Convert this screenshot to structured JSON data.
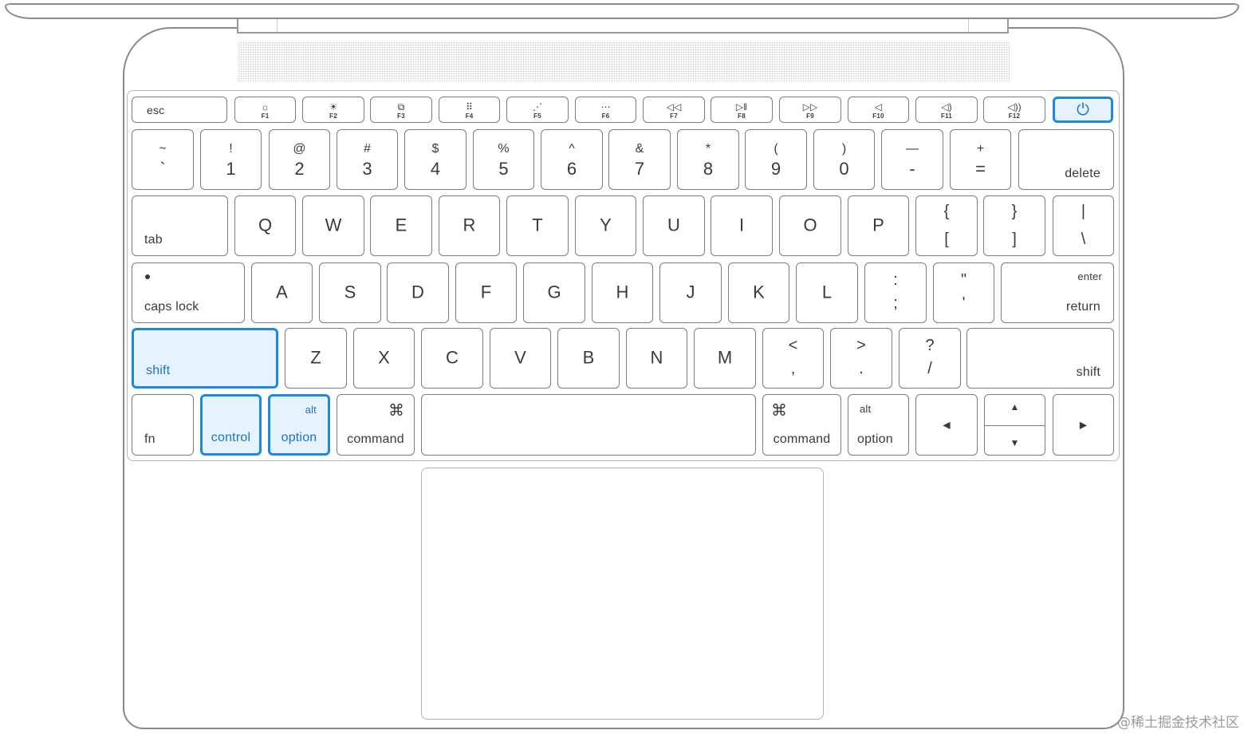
{
  "rows": {
    "function": [
      {
        "id": "esc",
        "word": "esc"
      },
      {
        "id": "f1",
        "icon": "☼",
        "icon_name": "brightness-down-icon",
        "label": "F1"
      },
      {
        "id": "f2",
        "icon": "☀",
        "icon_name": "brightness-up-icon",
        "label": "F2"
      },
      {
        "id": "f3",
        "icon": "⧉",
        "icon_name": "mission-control-icon",
        "label": "F3"
      },
      {
        "id": "f4",
        "icon": "⠿",
        "icon_name": "launchpad-icon",
        "label": "F4"
      },
      {
        "id": "f5",
        "icon": "⋰",
        "icon_name": "keyboard-light-down-icon",
        "label": "F5"
      },
      {
        "id": "f6",
        "icon": "⋯",
        "icon_name": "keyboard-light-up-icon",
        "label": "F6"
      },
      {
        "id": "f7",
        "icon": "◁◁",
        "icon_name": "rewind-icon",
        "label": "F7"
      },
      {
        "id": "f8",
        "icon": "▷‖",
        "icon_name": "play-pause-icon",
        "label": "F8"
      },
      {
        "id": "f9",
        "icon": "▷▷",
        "icon_name": "fast-forward-icon",
        "label": "F9"
      },
      {
        "id": "f10",
        "icon": "◁",
        "icon_name": "mute-icon",
        "label": "F10"
      },
      {
        "id": "f11",
        "icon": "◁)",
        "icon_name": "volume-down-icon",
        "label": "F11"
      },
      {
        "id": "f12",
        "icon": "◁))",
        "icon_name": "volume-up-icon",
        "label": "F12"
      },
      {
        "id": "power",
        "icon": "⏻",
        "icon_name": "power-icon",
        "highlighted": true
      }
    ],
    "number": [
      {
        "top": "~",
        "bottom": "`"
      },
      {
        "top": "!",
        "bottom": "1"
      },
      {
        "top": "@",
        "bottom": "2"
      },
      {
        "top": "#",
        "bottom": "3"
      },
      {
        "top": "$",
        "bottom": "4"
      },
      {
        "top": "%",
        "bottom": "5"
      },
      {
        "top": "^",
        "bottom": "6"
      },
      {
        "top": "&",
        "bottom": "7"
      },
      {
        "top": "*",
        "bottom": "8"
      },
      {
        "top": "(",
        "bottom": "9"
      },
      {
        "top": ")",
        "bottom": "0"
      },
      {
        "top": "—",
        "bottom": "-"
      },
      {
        "top": "+",
        "bottom": "="
      },
      {
        "word": "delete"
      }
    ],
    "qwerty": [
      {
        "word": "tab"
      },
      {
        "letter": "Q"
      },
      {
        "letter": "W"
      },
      {
        "letter": "E"
      },
      {
        "letter": "R"
      },
      {
        "letter": "T"
      },
      {
        "letter": "Y"
      },
      {
        "letter": "U"
      },
      {
        "letter": "I"
      },
      {
        "letter": "O"
      },
      {
        "letter": "P"
      },
      {
        "top": "{",
        "bottom": "["
      },
      {
        "top": "}",
        "bottom": "]"
      },
      {
        "top": "|",
        "bottom": "\\"
      }
    ],
    "home": [
      {
        "word": "caps lock"
      },
      {
        "letter": "A"
      },
      {
        "letter": "S"
      },
      {
        "letter": "D"
      },
      {
        "letter": "F"
      },
      {
        "letter": "G"
      },
      {
        "letter": "H"
      },
      {
        "letter": "J"
      },
      {
        "letter": "K"
      },
      {
        "letter": "L"
      },
      {
        "top": ":",
        "bottom": ";"
      },
      {
        "top": "\"",
        "bottom": "'"
      },
      {
        "small": "enter",
        "word": "return"
      }
    ],
    "shift": [
      {
        "word": "shift",
        "highlighted": true
      },
      {
        "letter": "Z"
      },
      {
        "letter": "X"
      },
      {
        "letter": "C"
      },
      {
        "letter": "V"
      },
      {
        "letter": "B"
      },
      {
        "letter": "N"
      },
      {
        "letter": "M"
      },
      {
        "top": "<",
        "bottom": ","
      },
      {
        "top": ">",
        "bottom": "."
      },
      {
        "top": "?",
        "bottom": "/"
      },
      {
        "word": "shift"
      }
    ],
    "bottom": [
      {
        "word": "fn"
      },
      {
        "word": "control",
        "highlighted": true
      },
      {
        "small": "alt",
        "word": "option",
        "highlighted": true
      },
      {
        "glyph": "⌘",
        "word": "command"
      },
      {
        "space": true
      },
      {
        "glyph": "⌘",
        "word": "command"
      },
      {
        "small": "alt",
        "word": "option"
      },
      {
        "arrow": "◀"
      },
      {
        "arrow_up": "▲",
        "arrow_down": "▼"
      },
      {
        "arrow": "▶"
      }
    ]
  },
  "colors": {
    "highlight_border": "#1e88e5",
    "highlight_fill": "#e6f2fd",
    "highlight_text": "#1a73c9",
    "key_border": "#7d7d7d"
  },
  "watermark": "@稀土掘金技术社区"
}
